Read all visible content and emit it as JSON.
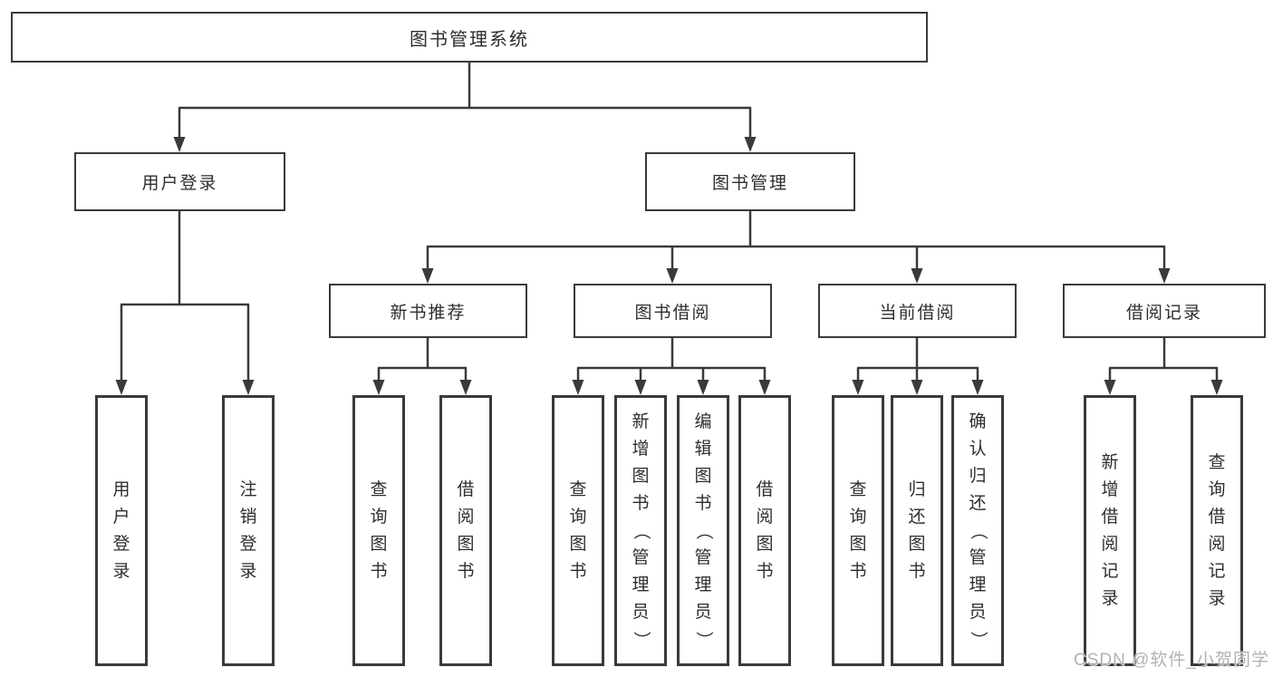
{
  "diagram_title": "图书管理系统",
  "nodes": {
    "root": "图书管理系统",
    "user_login": "用户登录",
    "book_mgmt": "图书管理",
    "new_books": "新书推荐",
    "book_borrow": "图书借阅",
    "current_borrow": "当前借阅",
    "borrow_records": "借阅记录",
    "leaves": {
      "user_login_leaf": "用户登录",
      "logout": "注销登录",
      "nb_query": "查询图书",
      "nb_borrow": "借阅图书",
      "bb_query": "查询图书",
      "bb_add": "新增图书（管理员）",
      "bb_edit": "编辑图书（管理员）",
      "bb_borrow": "借阅图书",
      "cb_query": "查询图书",
      "cb_return": "归还图书",
      "cb_confirm": "确认归还（管理员）",
      "br_add": "新增借阅记录",
      "br_query": "查询借阅记录"
    }
  },
  "watermark": "CSDN @软件_小贺同学",
  "colors": {
    "border": "#3a3a3a",
    "line": "#3a3a3a",
    "text": "#2e2e2e",
    "background": "#ffffff",
    "watermark_text": "#b2b2b2"
  }
}
